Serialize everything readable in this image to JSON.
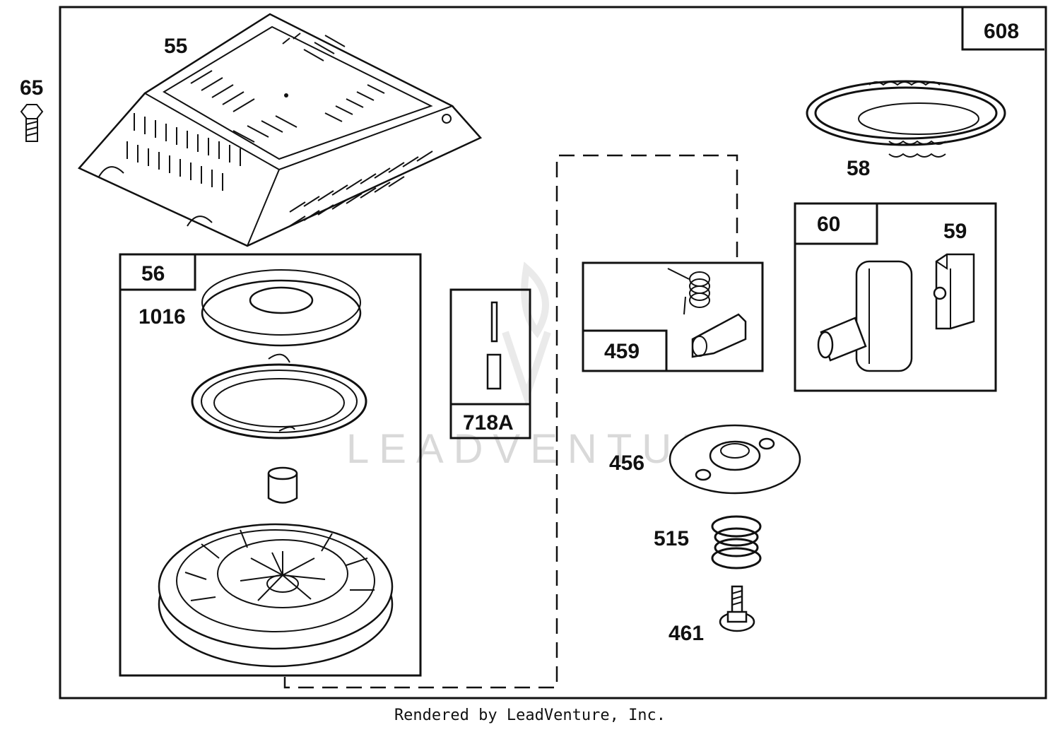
{
  "parts": {
    "p608": "608",
    "p55": "55",
    "p65": "65",
    "p58": "58",
    "p56": "56",
    "p1016": "1016",
    "p718a": "718A",
    "p459": "459",
    "p60": "60",
    "p59": "59",
    "p456": "456",
    "p515": "515",
    "p461": "461"
  },
  "watermark": "LEADVENTURE",
  "footer": "Rendered by LeadVenture, Inc."
}
